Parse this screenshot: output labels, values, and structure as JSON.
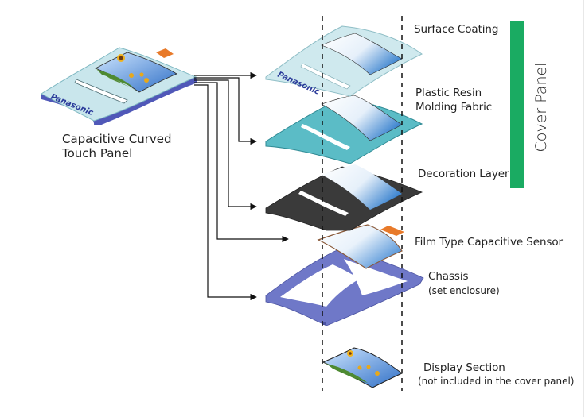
{
  "diagram": {
    "title_line1": "Capacitive Curved",
    "title_line2": "Touch Panel",
    "brand_logo_text": "Panasonic",
    "group_label": "Cover Panel",
    "layers": [
      {
        "id": "surface-coating",
        "label": "Surface Coating",
        "sub": ""
      },
      {
        "id": "plastic-resin",
        "label": "Plastic Resin",
        "label2": "Molding Fabric",
        "sub": ""
      },
      {
        "id": "decoration-layer",
        "label": "Decoration Layer",
        "sub": ""
      },
      {
        "id": "film-sensor",
        "label": "Film Type Capacitive Sensor",
        "sub": ""
      },
      {
        "id": "chassis",
        "label": "Chassis",
        "sub": "(set enclosure)"
      },
      {
        "id": "display-section",
        "label": "Display Section",
        "sub": "(not included in the cover panel)"
      }
    ],
    "colors": {
      "cover_bar": "#1aab62",
      "surface_coating": "#cfe9ee",
      "plastic_resin": "#5bbcc6",
      "decoration": "#3a3a3a",
      "sensor_border": "#8a5a3a",
      "flex_tab": "#e87a2a",
      "chassis": "#6f78c8",
      "logo": "#2a3a9a"
    }
  }
}
